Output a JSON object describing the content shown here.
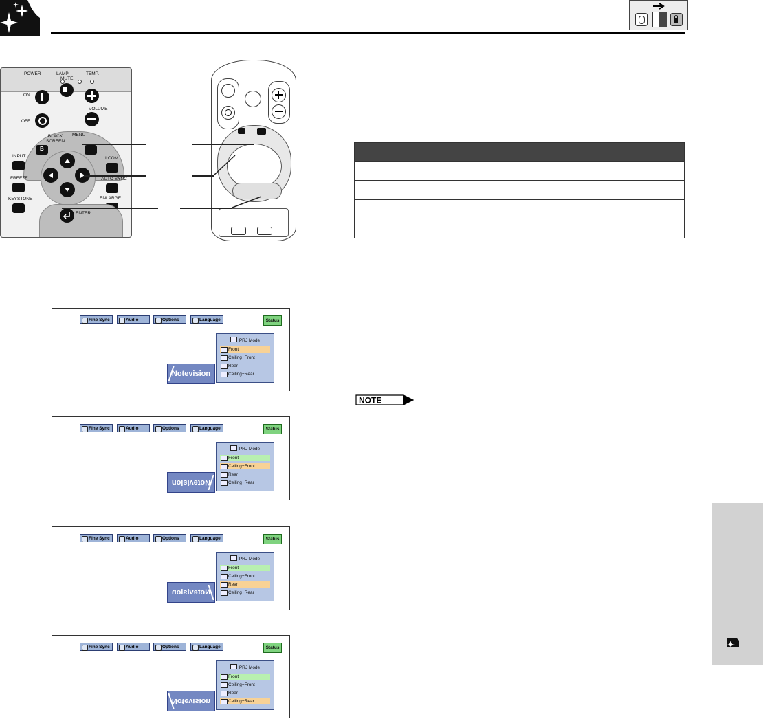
{
  "icons": {
    "corner": "sparkle-page-icon",
    "mode_arrow": "arrow-right-icon",
    "mode_mouse": "mouse-icon",
    "mode_switch": "toggle-switch-icon",
    "mode_lock": "lock-icon",
    "side": "chapter-icon"
  },
  "control_panel": {
    "indicators": {
      "power": "POWER",
      "lamp": "LAMP",
      "temp": "TEMP."
    },
    "buttons": {
      "on": "ON",
      "off": "OFF",
      "mute": "MUTE",
      "volume": "VOLUME",
      "black_screen": "BLACK\nSCREEN",
      "menu": "MENU",
      "input": "INPUT",
      "ircom": "IrCOM",
      "freeze": "FREEZE",
      "auto_sync": "AUTO SYNC",
      "keystone": "KEYSTONE",
      "enlarge": "ENLARGE",
      "enter": "ENTER",
      "b_key": "B"
    }
  },
  "table": {
    "rows": 4
  },
  "menu_tabs": [
    "Fine Sync",
    "Audio",
    "Options",
    "Language"
  ],
  "status_label": "Status",
  "logo_text": "Notevision",
  "prj_menu": {
    "title": "PRJ Mode",
    "options": [
      "Front",
      "Ceiling+Front",
      "Rear",
      "Ceiling+Rear"
    ]
  },
  "screens": [
    {
      "selected": 0,
      "current": null,
      "logo_orientation": "normal"
    },
    {
      "selected": 1,
      "current": 0,
      "logo_orientation": "upside-down-mirrored"
    },
    {
      "selected": 2,
      "current": 0,
      "logo_orientation": "mirrored"
    },
    {
      "selected": 3,
      "current": 0,
      "logo_orientation": "upside-down"
    }
  ],
  "note_label": "NOTE",
  "colors": {
    "tab_fill": "#9eb4d8",
    "status_fill": "#7fd37f",
    "selected_option": "#f8d296",
    "current_option": "#b8f0b0",
    "logo_fill": "#7488c2",
    "side_tab": "#d2d2d2"
  }
}
